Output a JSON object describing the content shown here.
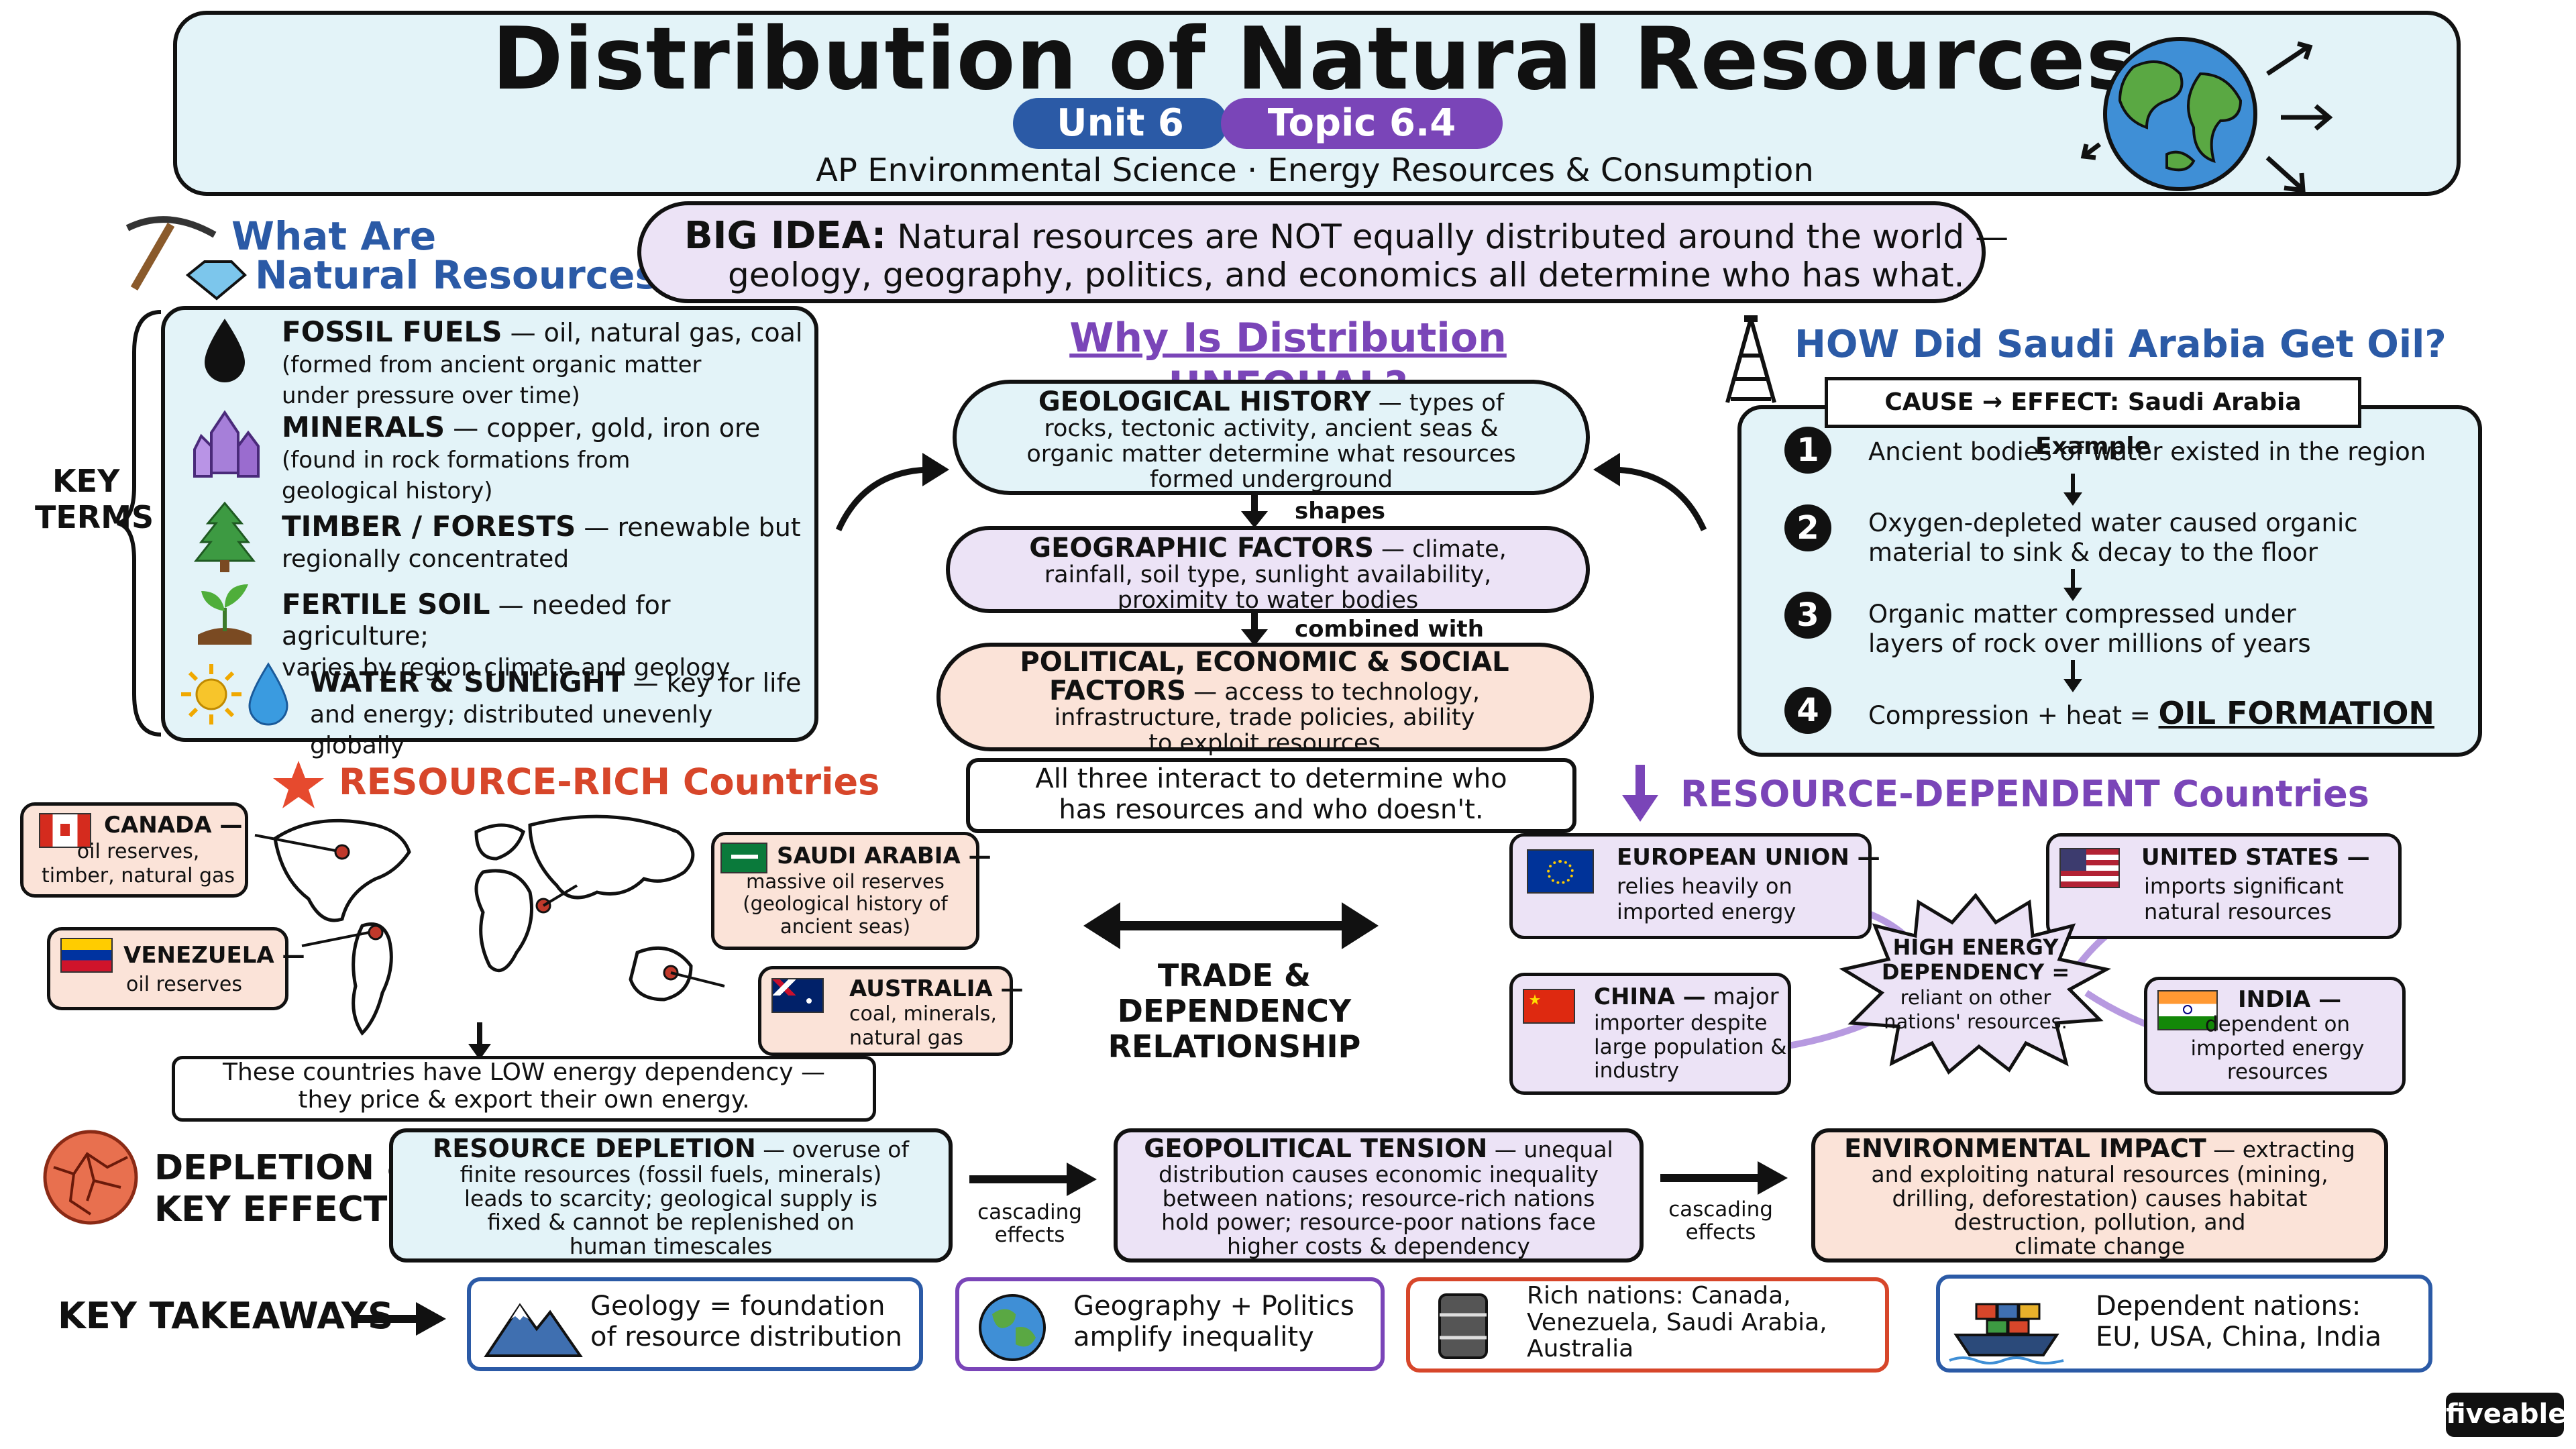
{
  "header": {
    "title": "Distribution of Natural Resources",
    "unit": "Unit 6",
    "topic": "Topic 6.4",
    "subtitle": "AP Environmental Science · Energy Resources & Consumption"
  },
  "what_are": {
    "line1": "What Are",
    "line2": "Natural Resources?"
  },
  "big_idea": {
    "label": "BIG IDEA:",
    "line1": "Natural resources are NOT equally distributed around the world —",
    "line2": "geology, geography, politics, and economics all determine who has what."
  },
  "key_terms": {
    "label_line1": "KEY",
    "label_line2": "TERMS",
    "items": [
      {
        "term": "FOSSIL FUELS",
        "def1": " — oil, natural gas, coal",
        "def2": "(formed from ancient organic matter",
        "def3": "under pressure over time)"
      },
      {
        "term": "MINERALS",
        "def1": " — copper, gold, iron ore",
        "def2": "(found in rock formations from",
        "def3": "geological history)"
      },
      {
        "term": "TIMBER / FORESTS",
        "def1": " — renewable but",
        "def2": "regionally concentrated",
        "def3": ""
      },
      {
        "term": "FERTILE SOIL",
        "def1": " — needed for agriculture;",
        "def2": "varies by region climate and geology",
        "def3": ""
      },
      {
        "term": "WATER & SUNLIGHT",
        "def1": " — key for life",
        "def2": "and energy; distributed unevenly globally",
        "def3": ""
      }
    ]
  },
  "why_unequal": {
    "title": "Why Is Distribution UNEQUAL?",
    "geo_history": {
      "term": "GEOLOGICAL HISTORY",
      "l1": " — types of",
      "l2": "rocks, tectonic activity, ancient seas &",
      "l3": "organic matter determine what resources",
      "l4": "formed underground"
    },
    "shapes": "shapes",
    "geographic": {
      "term": "GEOGRAPHIC FACTORS",
      "l1": " — climate,",
      "l2": "rainfall, soil type, sunlight availability,",
      "l3": "proximity to water bodies"
    },
    "combined": "combined with",
    "political": {
      "l1": "POLITICAL, ECONOMIC & SOCIAL",
      "l2term": "FACTORS",
      "l2": " — access to technology,",
      "l3": "infrastructure, trade policies, ability",
      "l4": "to exploit resources"
    },
    "all_three_1": "All three interact to determine who",
    "all_three_2": "has resources and who doesn't."
  },
  "saudi": {
    "title": "HOW Did Saudi Arabia Get Oil?",
    "tab": "CAUSE → EFFECT: Saudi Arabia Example",
    "steps": [
      {
        "n": "1",
        "l1": "Ancient bodies of water existed in the region",
        "l2": ""
      },
      {
        "n": "2",
        "l1": "Oxygen-depleted water caused organic",
        "l2": "material to sink & decay to the floor"
      },
      {
        "n": "3",
        "l1": "Organic matter compressed under",
        "l2": "layers of rock over millions of years"
      },
      {
        "n": "4",
        "l1": "Compression + heat = ",
        "l2": "OIL FORMATION"
      }
    ]
  },
  "rich": {
    "title_a": "RESOURCE-RICH",
    "title_b": " Countries",
    "canada": {
      "name": "CANADA —",
      "l1": "oil reserves,",
      "l2": "timber, natural gas"
    },
    "venezuela": {
      "name": "VENEZUELA —",
      "l1": "oil reserves"
    },
    "saudi": {
      "name": "SAUDI ARABIA —",
      "l1": "massive oil reserves",
      "l2": "(geological history of",
      "l3": "ancient seas)"
    },
    "australia": {
      "name": "AUSTRALIA —",
      "l1": "coal, minerals,",
      "l2": "natural gas"
    },
    "note_l1": "These countries have LOW energy dependency —",
    "note_l2": "they price & export their own energy."
  },
  "trade": {
    "l1": "TRADE &",
    "l2": "DEPENDENCY",
    "l3": "RELATIONSHIP"
  },
  "dependent": {
    "title_a": "RESOURCE-DEPENDENT",
    "title_b": " Countries",
    "eu": {
      "name": "EUROPEAN UNION —",
      "l1": "relies heavily on",
      "l2": "imported energy"
    },
    "us": {
      "name": "UNITED STATES —",
      "l1": "imports significant",
      "l2": "natural resources"
    },
    "china": {
      "name": "CHINA —",
      "name_b": " major",
      "l1": "importer despite",
      "l2": "large population &",
      "l3": "industry"
    },
    "india": {
      "name": "INDIA —",
      "l1": "dependent on",
      "l2": "imported energy",
      "l3": "resources"
    },
    "burst": {
      "l1": "HIGH ENERGY",
      "l2": "DEPENDENCY =",
      "l3": "reliant on other",
      "l4": "nations' resources."
    }
  },
  "depletion": {
    "label1": "DEPLETION &",
    "label2": "KEY EFFECTS",
    "resource": {
      "term": "RESOURCE DEPLETION",
      "l1": " — overuse of",
      "l2": "finite resources (fossil fuels, minerals)",
      "l3": "leads to scarcity; geological supply is",
      "l4": "fixed & cannot be replenished on",
      "l5": "human timescales"
    },
    "cascading": {
      "l1": "cascading",
      "l2": "effects"
    },
    "geopolitical": {
      "term": "GEOPOLITICAL TENSION",
      "l1": " — unequal",
      "l2": "distribution causes economic inequality",
      "l3": "between nations; resource-rich nations",
      "l4": "hold power; resource-poor nations face",
      "l5": "higher costs & dependency"
    },
    "environmental": {
      "term": "ENVIRONMENTAL IMPACT",
      "l1": " — extracting",
      "l2": "and exploiting natural resources (mining,",
      "l3": "drilling, deforestation) causes habitat",
      "l4": "destruction, pollution, and",
      "l5": "climate change"
    }
  },
  "takeaways": {
    "label": "KEY TAKEAWAYS",
    "items": [
      {
        "l1": "Geology = foundation",
        "l2": "of resource distribution",
        "l3": ""
      },
      {
        "l1": "Geography + Politics",
        "l2": "amplify inequality",
        "l3": ""
      },
      {
        "l1": "Rich nations: Canada,",
        "l2": "Venezuela, Saudi Arabia,",
        "l3": "Australia"
      },
      {
        "l1": "Dependent nations:",
        "l2": "EU, USA, China, India",
        "l3": ""
      }
    ]
  },
  "brand": "fiveable",
  "colors": {
    "blue_box": "#e3f3f8",
    "lavender_box": "#ece3f6",
    "peach_box": "#fbe3d8",
    "unit_pill": "#2b5aa6",
    "topic_pill": "#7a45b8",
    "star": "#e64a2e"
  }
}
